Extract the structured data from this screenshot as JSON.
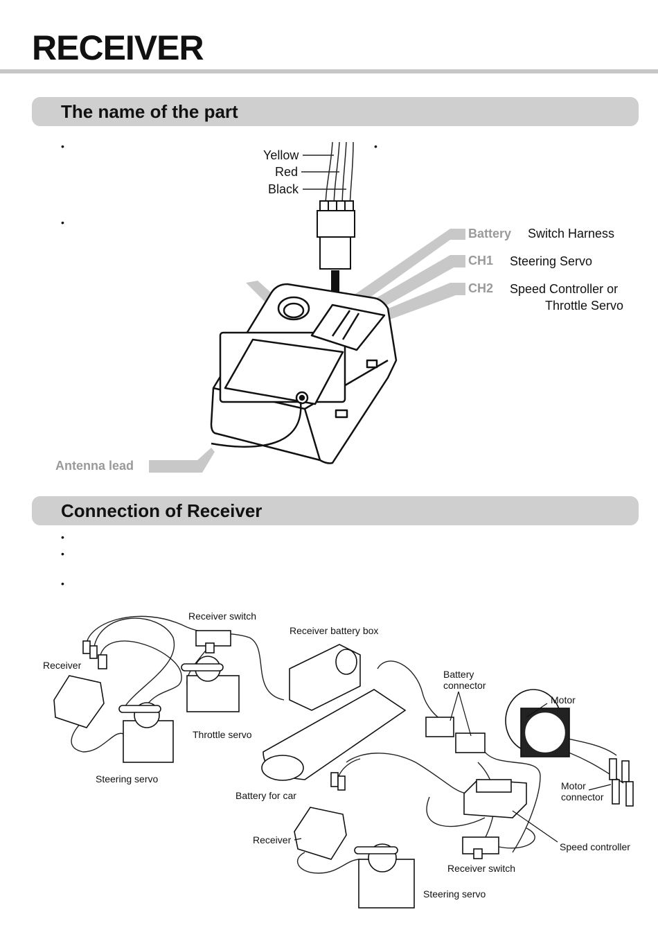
{
  "page": {
    "title": "RECEIVER"
  },
  "section1": {
    "title": "The name of the part",
    "wires": {
      "yellow": "Yellow",
      "red": "Red",
      "black": "Black"
    },
    "ports": [
      {
        "name": "Battery",
        "desc": "Switch Harness"
      },
      {
        "name": "CH1",
        "desc": "Steering Servo"
      },
      {
        "name": "CH2",
        "desc": "Speed Controller or",
        "desc2": "Throttle Servo"
      }
    ],
    "antenna": "Antenna lead"
  },
  "section2": {
    "title": "Connection of Receiver",
    "labels": {
      "receiver_switch_top": "Receiver switch",
      "receiver_battery_box": "Receiver battery box",
      "receiver_top": "Receiver",
      "throttle_servo": "Throttle servo",
      "steering_servo_top": "Steering servo",
      "battery_connector": "Battery\nconnector",
      "motor": "Motor",
      "battery_for_car": "Battery for car",
      "motor_connector": "Motor\nconnector",
      "receiver_bottom": "Receiver",
      "speed_controller": "Speed controller",
      "receiver_switch_bottom": "Receiver switch",
      "steering_servo_bottom": "Steering servo"
    }
  },
  "colors": {
    "section_bar": "#cfcfcf",
    "rule": "#c6c6c6",
    "callout": "#c8c8c8"
  }
}
